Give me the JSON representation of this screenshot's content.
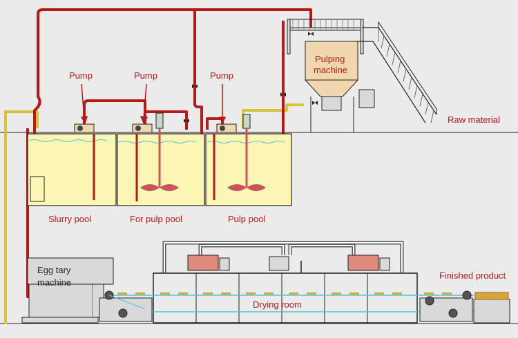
{
  "labels": {
    "pump_1": "Pump",
    "pump_2": "Pump",
    "pump_3": "Pump",
    "pulping_machine_line1": "Pulping",
    "pulping_machine_line2": "machine",
    "raw_material": "Raw material",
    "slurry_pool": "Slurry pool",
    "for_pulp_pool": "For pulp pool",
    "pulp_pool": "Pulp pool",
    "egg_tray_machine_line1": "Egg tary",
    "egg_tray_machine_line2": "machine",
    "drying_room": "Drying room",
    "finished_product": "Finished product"
  },
  "colors": {
    "background": "#ebebeb",
    "pipe_red": "#b51a1a",
    "pipe_yellow": "#d8c23a",
    "pool_fill": "#fbf6b4",
    "pool_border": "#222222",
    "water_line": "#4fc3d9",
    "agitator": "#c8555d",
    "label_red": "#b51a1a",
    "label_dark": "#222222",
    "machine_gray": "#d9d9d9",
    "machine_orange": "#f0d7b0",
    "dryer_fan": "#e08a7c"
  }
}
